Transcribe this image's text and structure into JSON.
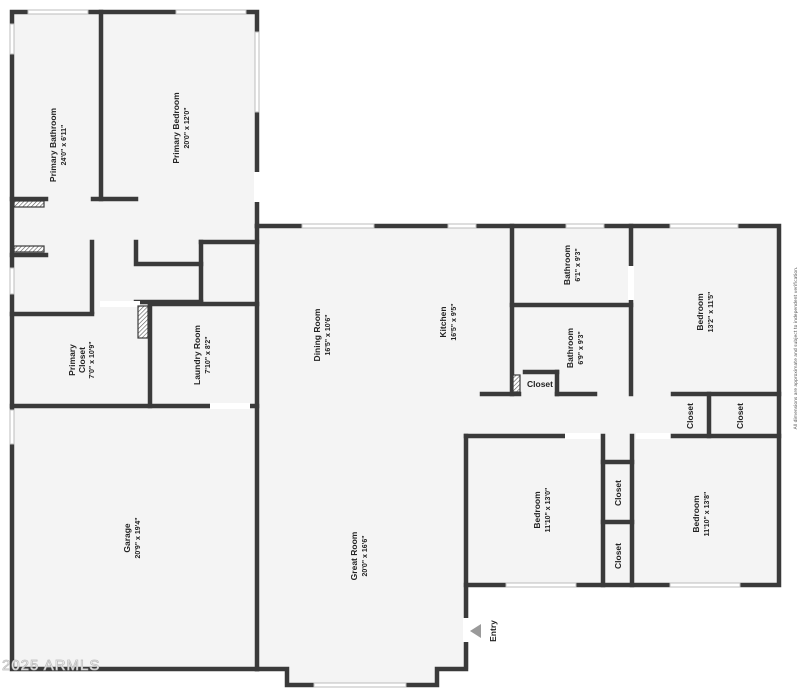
{
  "rooms": {
    "primary_bathroom": {
      "name": "Primary Bathroom",
      "dim": "24'0\" x 6'11\""
    },
    "primary_bedroom": {
      "name": "Primary Bedroom",
      "dim": "20'0\" x 12'0\""
    },
    "primary_closet": {
      "name1": "Primary",
      "name2": "Closet",
      "dim": "7'0\" x 10'9\""
    },
    "laundry_room": {
      "name": "Laundry Room",
      "dim": "7'10\" x 8'2\""
    },
    "garage": {
      "name": "Garage",
      "dim": "20'9\" x 19'4\""
    },
    "dining_room": {
      "name": "Dining Room",
      "dim": "16'5\" x 10'6\""
    },
    "kitchen": {
      "name": "Kitchen",
      "dim": "16'5\" x 9'5\""
    },
    "great_room": {
      "name": "Great Room",
      "dim": "20'0\" x 16'6\""
    },
    "bathroom_1": {
      "name": "Bathroom",
      "dim": "6'1\" x 9'3\""
    },
    "bathroom_2": {
      "name": "Bathroom",
      "dim": "6'9\" x 9'3\""
    },
    "bedroom_ne": {
      "name": "Bedroom",
      "dim": "13'2\" x 11'5\""
    },
    "bedroom_sw": {
      "name": "Bedroom",
      "dim": "11'10\" x 13'0\""
    },
    "bedroom_se": {
      "name": "Bedroom",
      "dim": "11'10\" x 13'8\""
    }
  },
  "closets": {
    "hall": "Closet",
    "east_small": "Closet",
    "east_large": "Closet",
    "bed_upper": "Closet",
    "bed_lower": "Closet"
  },
  "entry_label": "Entry",
  "disclaimer": "All dimensions are approximate and subject to independent verification.",
  "watermark": "2025 ARMLS",
  "colors": {
    "wall": "#3a3a3a",
    "floor": "#f4f4f4",
    "background": "#ffffff"
  }
}
